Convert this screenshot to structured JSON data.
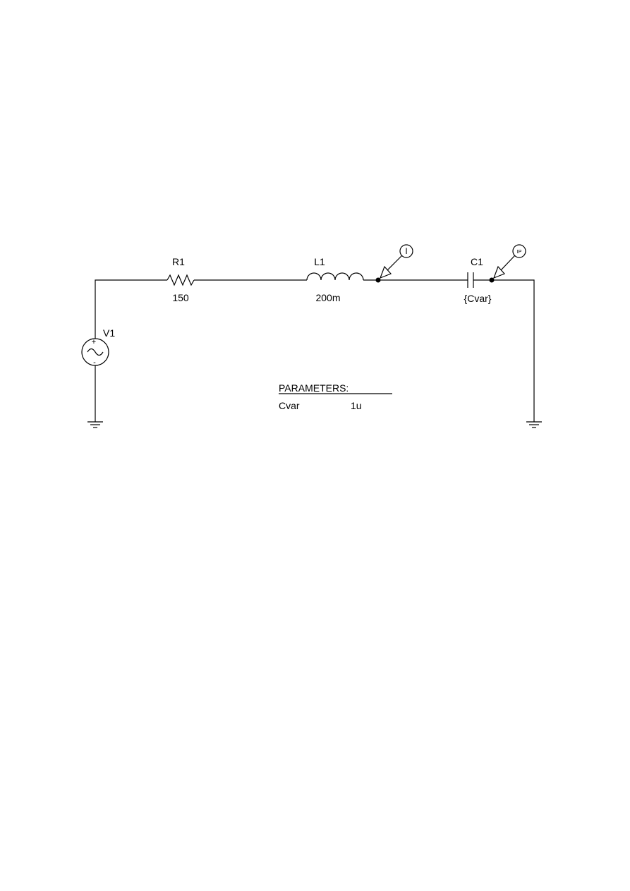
{
  "components": {
    "r1": {
      "name": "R1",
      "value": "150"
    },
    "l1": {
      "name": "L1",
      "value": "200m"
    },
    "c1": {
      "name": "C1",
      "value": "{Cvar}"
    },
    "v1": {
      "name": "V1",
      "plus": "+",
      "minus": "-"
    }
  },
  "probes": {
    "current": {
      "label": "I"
    },
    "power": {
      "label": "IP"
    }
  },
  "parameters": {
    "title": "PARAMETERS:",
    "rows": [
      {
        "name": "Cvar",
        "value": "1u"
      }
    ]
  }
}
